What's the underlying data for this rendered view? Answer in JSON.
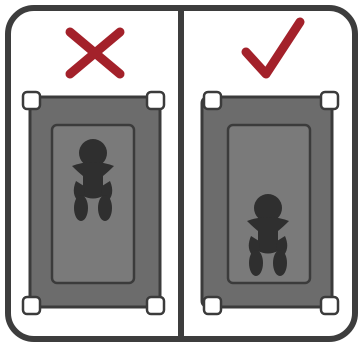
{
  "panels": [
    {
      "id": "incorrect",
      "verdict_icon": "cross-mark-icon",
      "baby_position": "center"
    },
    {
      "id": "correct",
      "verdict_icon": "check-mark-icon",
      "baby_position": "feet-at-foot-of-crib"
    }
  ],
  "colors": {
    "frame": "#3d3d3d",
    "divider": "#3d3d3d",
    "verdict_red": "#a3212a",
    "crib_outer": "#6c6c6c",
    "crib_inner": "#7a7a7a",
    "crib_stroke": "#3b3b3b",
    "corner_post": "#ffffff",
    "baby": "#2f2f2f",
    "side_rail_white": "#ffffff"
  }
}
